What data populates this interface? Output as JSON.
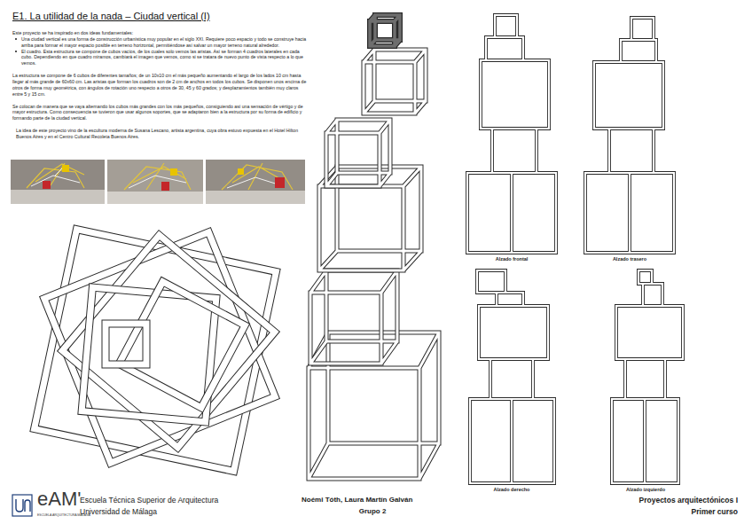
{
  "diagram": {
    "title": "E1. La utilidad de la nada – Ciudad vertical (I)",
    "labels": [
      "Este proyecto se ha inspirado en dos ideas fundamentales:",
      "Una ciudad vertical es una forma de construcción urbanística muy popular en el siglo XXI. Requiere poco espacio y todo se construye hacia arriba para formar el mayor espacio posible en terreno horizontal, permitiéndose así salvar un mayor terreno natural alrededor.",
      "El cuadro. Esta estructura se compone de cubos vacíos, de los cuales solo vemos las aristas. Así se forman 4 cuadros laterales en cada cubo. Dependiendo en que cuadro miramos, cambiará el imagen que vemos, como si se tratara de nuevo punto de vista respecto a lo que vemos.",
      "La estructura se compone de 6 cubos de diferentes tamaños; de un 10x10 cm el más pequeño aumentando el largo de los lados 10 cm hasta llegar al más grande de 60x60 cm. Las aristas que forman los cuadros son de 2 cm de anchos en todos los cubos. Se disponen unos encima de otros de forma muy geométrica, con ángulos de rotación uno respecto a otros de 30, 45 y 60 grados; y desplazamientos también muy claros entre 5 y 15 cm.",
      "Se colocan de manera que se vaya alternando los cubos más grandes con los más pequeños, consiguiendo así una sensación de vértigo y de mayor estructura. Como consecuencia se tuvieron que usar algunos soportes, que se adaptaron bien a la estructura por su forma de edificio y formando parte de la ciudad vertical.",
      "La idea de este proyecto vino de la escultura moderna de Susana Lescano, artista argentina, cuya obra estuvo expuesta en el Hotel Hilton Buenos Aires y en el Centro Cultural Recoleta Buenos Aires.",
      "Alzado frontal",
      "Alzado trasero",
      "Alzado derecho",
      "Alzado izquierdo",
      "eAM'",
      "ESCUELA ARQUITECTURA MÁLAGA",
      "Escuela Técnica Superior de Arquitectura",
      "Universidad de Málaga",
      "Noémi Tóth, Laura Martín Galván",
      "Grupo 2",
      "Proyectos arquitectónicos I",
      "Primer curso"
    ]
  }
}
